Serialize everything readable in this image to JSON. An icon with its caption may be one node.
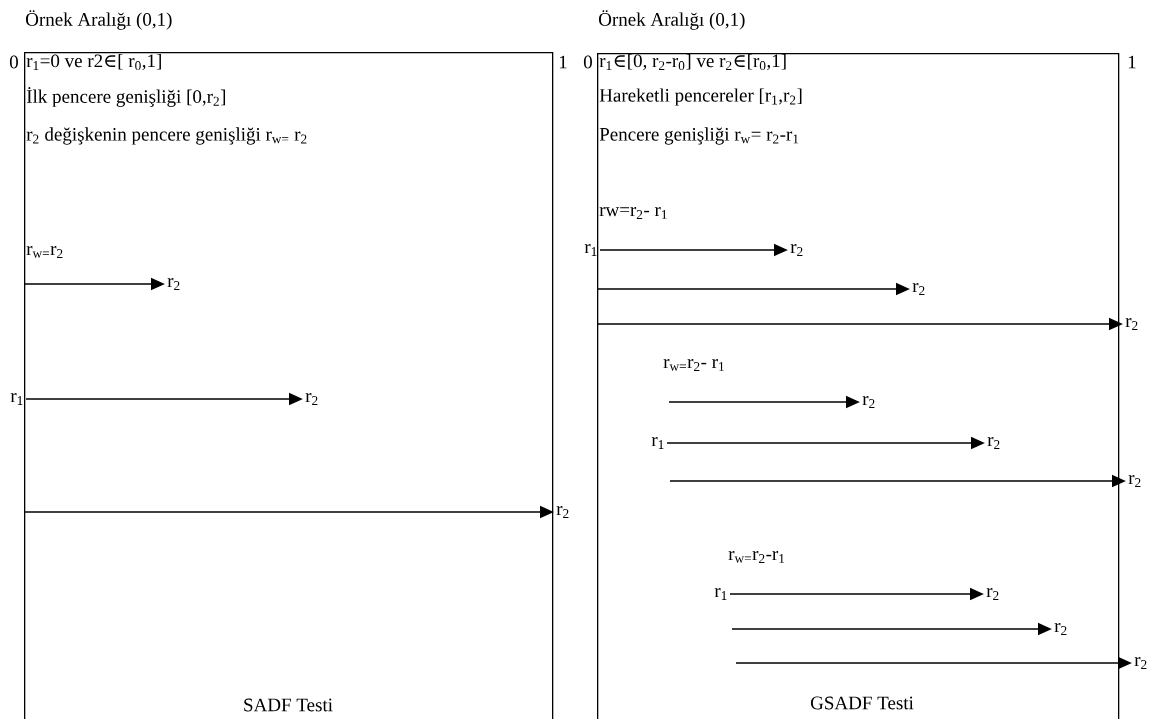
{
  "diagram": {
    "nodes": [
      {
        "text": [
          "Örnek Aralığı (0,1)",
          "SADF Testi"
        ]
      },
      {
        "text": [
          "Örnek Aralığı (0,1)",
          "GSADF Testi"
        ]
      },
      {
        "text": [
          "r$_{2}$"
        ],
        "in": 0
      },
      {
        "text": [
          "r$_{1}$"
        ]
      },
      {
        "text": [
          "r$_{2}$"
        ],
        "in": 0
      },
      {
        "text": [
          "r$_{2}$"
        ]
      },
      {
        "text": [
          "r$_{1}$"
        ]
      },
      {
        "text": [
          "r$_{2}$"
        ],
        "in": 1
      },
      {
        "text": [
          "r$_{2}$"
        ],
        "in": 1
      },
      {
        "text": [
          "r$_{2}$"
        ]
      },
      {
        "text": [
          "r$_{2}$"
        ],
        "in": 1
      },
      {
        "text": [
          "r$_{1}$"
        ],
        "in": 1
      },
      {
        "text": [
          "r$_{2}$"
        ],
        "in": 1
      },
      {
        "text": [
          "r$_{2}$"
        ]
      },
      {
        "text": [
          "r$_{1}$"
        ],
        "in": 1
      },
      {
        "text": [
          "r$_{2}$"
        ],
        "in": 1
      },
      {
        "text": [
          "r$_{2}$"
        ],
        "in": 1
      },
      {
        "text": [
          "r$_{2}$"
        ]
      }
    ],
    "edges": [
      {
        "from": 0,
        "to": 2,
        "arrow": "to"
      },
      {
        "from": 3,
        "to": 4,
        "arrow": "to"
      },
      {
        "from": 0,
        "to": 5,
        "arrow": "to"
      },
      {
        "from": 6,
        "to": 7,
        "arrow": "to"
      },
      {
        "from": 1,
        "to": 8,
        "arrow": "to"
      },
      {
        "from": 1,
        "to": 9,
        "arrow": "to"
      },
      {
        "from": null,
        "to": 10,
        "arrow": "to"
      },
      {
        "from": 11,
        "to": 12,
        "arrow": "to"
      },
      {
        "from": null,
        "to": 13,
        "arrow": "to"
      },
      {
        "from": 14,
        "to": 15,
        "arrow": "to"
      },
      {
        "from": null,
        "to": 16,
        "arrow": "to"
      },
      {
        "from": null,
        "to": 17,
        "arrow": "to"
      }
    ],
    "labels": [
      "0",
      "r$_{1}$=0 ve r2∈[ r$_{0}$,1]",
      "1",
      "İlk pencere genişliği [0,r$_{2}$]",
      "r$_{2}$ değişkenin pencere genişliği r$_{w=}$ r$_{2}$",
      "r$_{w=}$r$_{2}$",
      "0",
      "r$_{1}$∈[0, r$_{2}$-r$_{0}$] ve r$_{2}$∈[r$_{0}$,1]",
      "1",
      "Hareketli pencereler [r$_{1}$,r$_{2}$]",
      "Pencere genişliği r$_{w}$= r$_{2}$-r$_{1}$",
      "rw=r$_{2}$- r$_{1}$",
      "r$_{w=}$r$_{2}$- r$_{1}$",
      "r$_{w=}$r$_{2}$-r$_{1}$"
    ]
  }
}
